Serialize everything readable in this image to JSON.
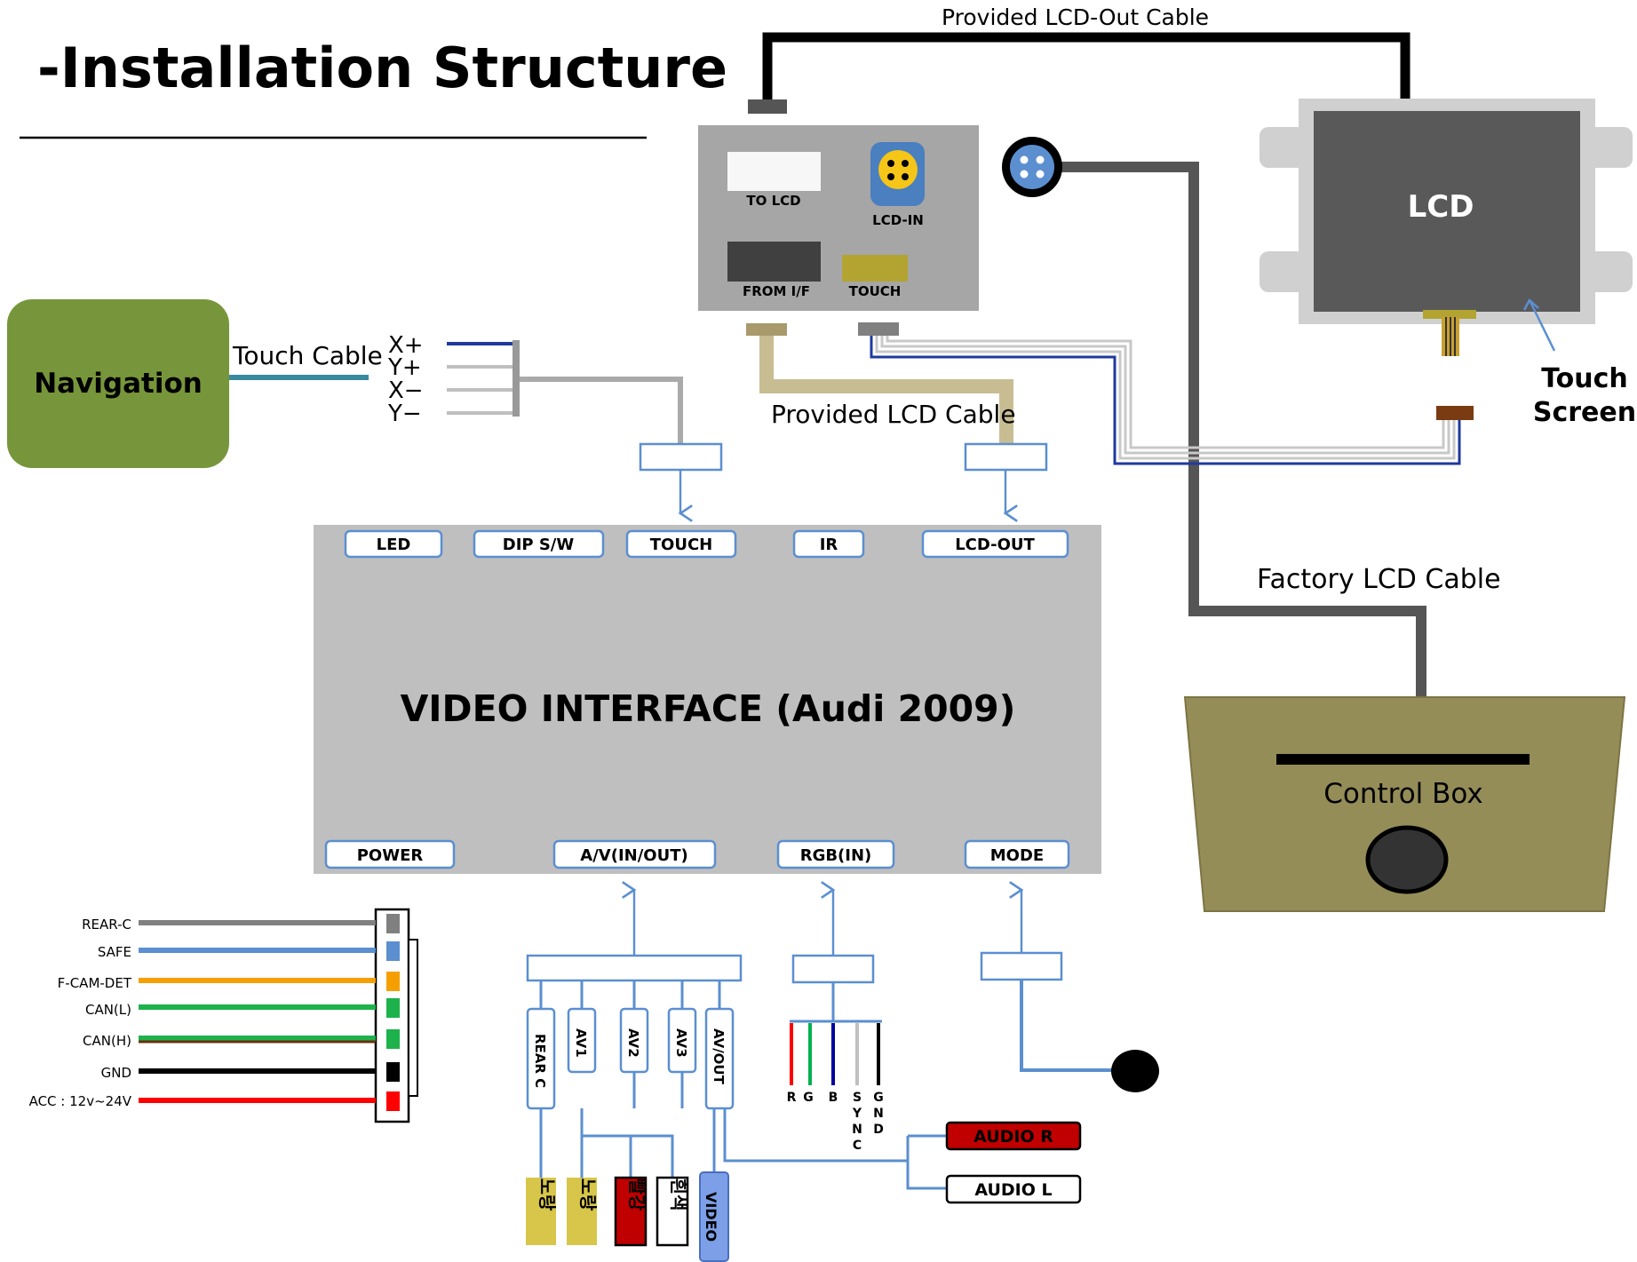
{
  "title": "-Installation Structure",
  "labels": {
    "lcd_out_cable": "Provided LCD-Out Cable",
    "provided_lcd_cable": "Provided LCD Cable",
    "factory_lcd_cable": "Factory LCD Cable",
    "touch_cable": "Touch Cable",
    "touch_screen_line1": "Touch",
    "touch_screen_line2": "Screen"
  },
  "navigation": "Navigation",
  "lcd": "LCD",
  "control_box": "Control Box",
  "adapter": {
    "to_lcd": "TO LCD",
    "lcd_in": "LCD-IN",
    "from_if": "FROM I/F",
    "touch": "TOUCH"
  },
  "touch_pins": [
    "X+",
    "Y+",
    "X−",
    "Y−"
  ],
  "interface": {
    "title": "VIDEO INTERFACE (Audi 2009)",
    "top_ports": [
      "LED",
      "DIP S/W",
      "TOUCH",
      "IR",
      "LCD-OUT"
    ],
    "bottom_ports": [
      "POWER",
      "A/V(IN/OUT)",
      "RGB(IN)",
      "MODE"
    ]
  },
  "power_wires": [
    {
      "label": "REAR-C",
      "color": "#808080"
    },
    {
      "label": "SAFE",
      "color": "#5b8fd0"
    },
    {
      "label": "F-CAM-DET",
      "color": "#f5a000"
    },
    {
      "label": "CAN(L)",
      "color": "#1db24b"
    },
    {
      "label": "CAN(H)",
      "color": "#1db24b"
    },
    {
      "label": "GND",
      "color": "#000000"
    },
    {
      "label": "ACC : 12v~24V",
      "color": "#ff0000"
    }
  ],
  "av_channels": [
    "REAR C",
    "AV1",
    "AV2",
    "AV3",
    "AV/OUT"
  ],
  "rgb_pins": [
    {
      "label": "R",
      "color": "#ff0000"
    },
    {
      "label": "G",
      "color": "#00b050"
    },
    {
      "label": "B",
      "color": "#0000a0"
    },
    {
      "label": "SYNC",
      "color": "#c0c0c0"
    },
    {
      "label": "GND",
      "color": "#000000"
    }
  ],
  "rca": [
    "노랑",
    "노랑",
    "빨강",
    "흰색"
  ],
  "video_plug": "VIDEO",
  "audio": [
    "AUDIO R",
    "AUDIO L"
  ]
}
